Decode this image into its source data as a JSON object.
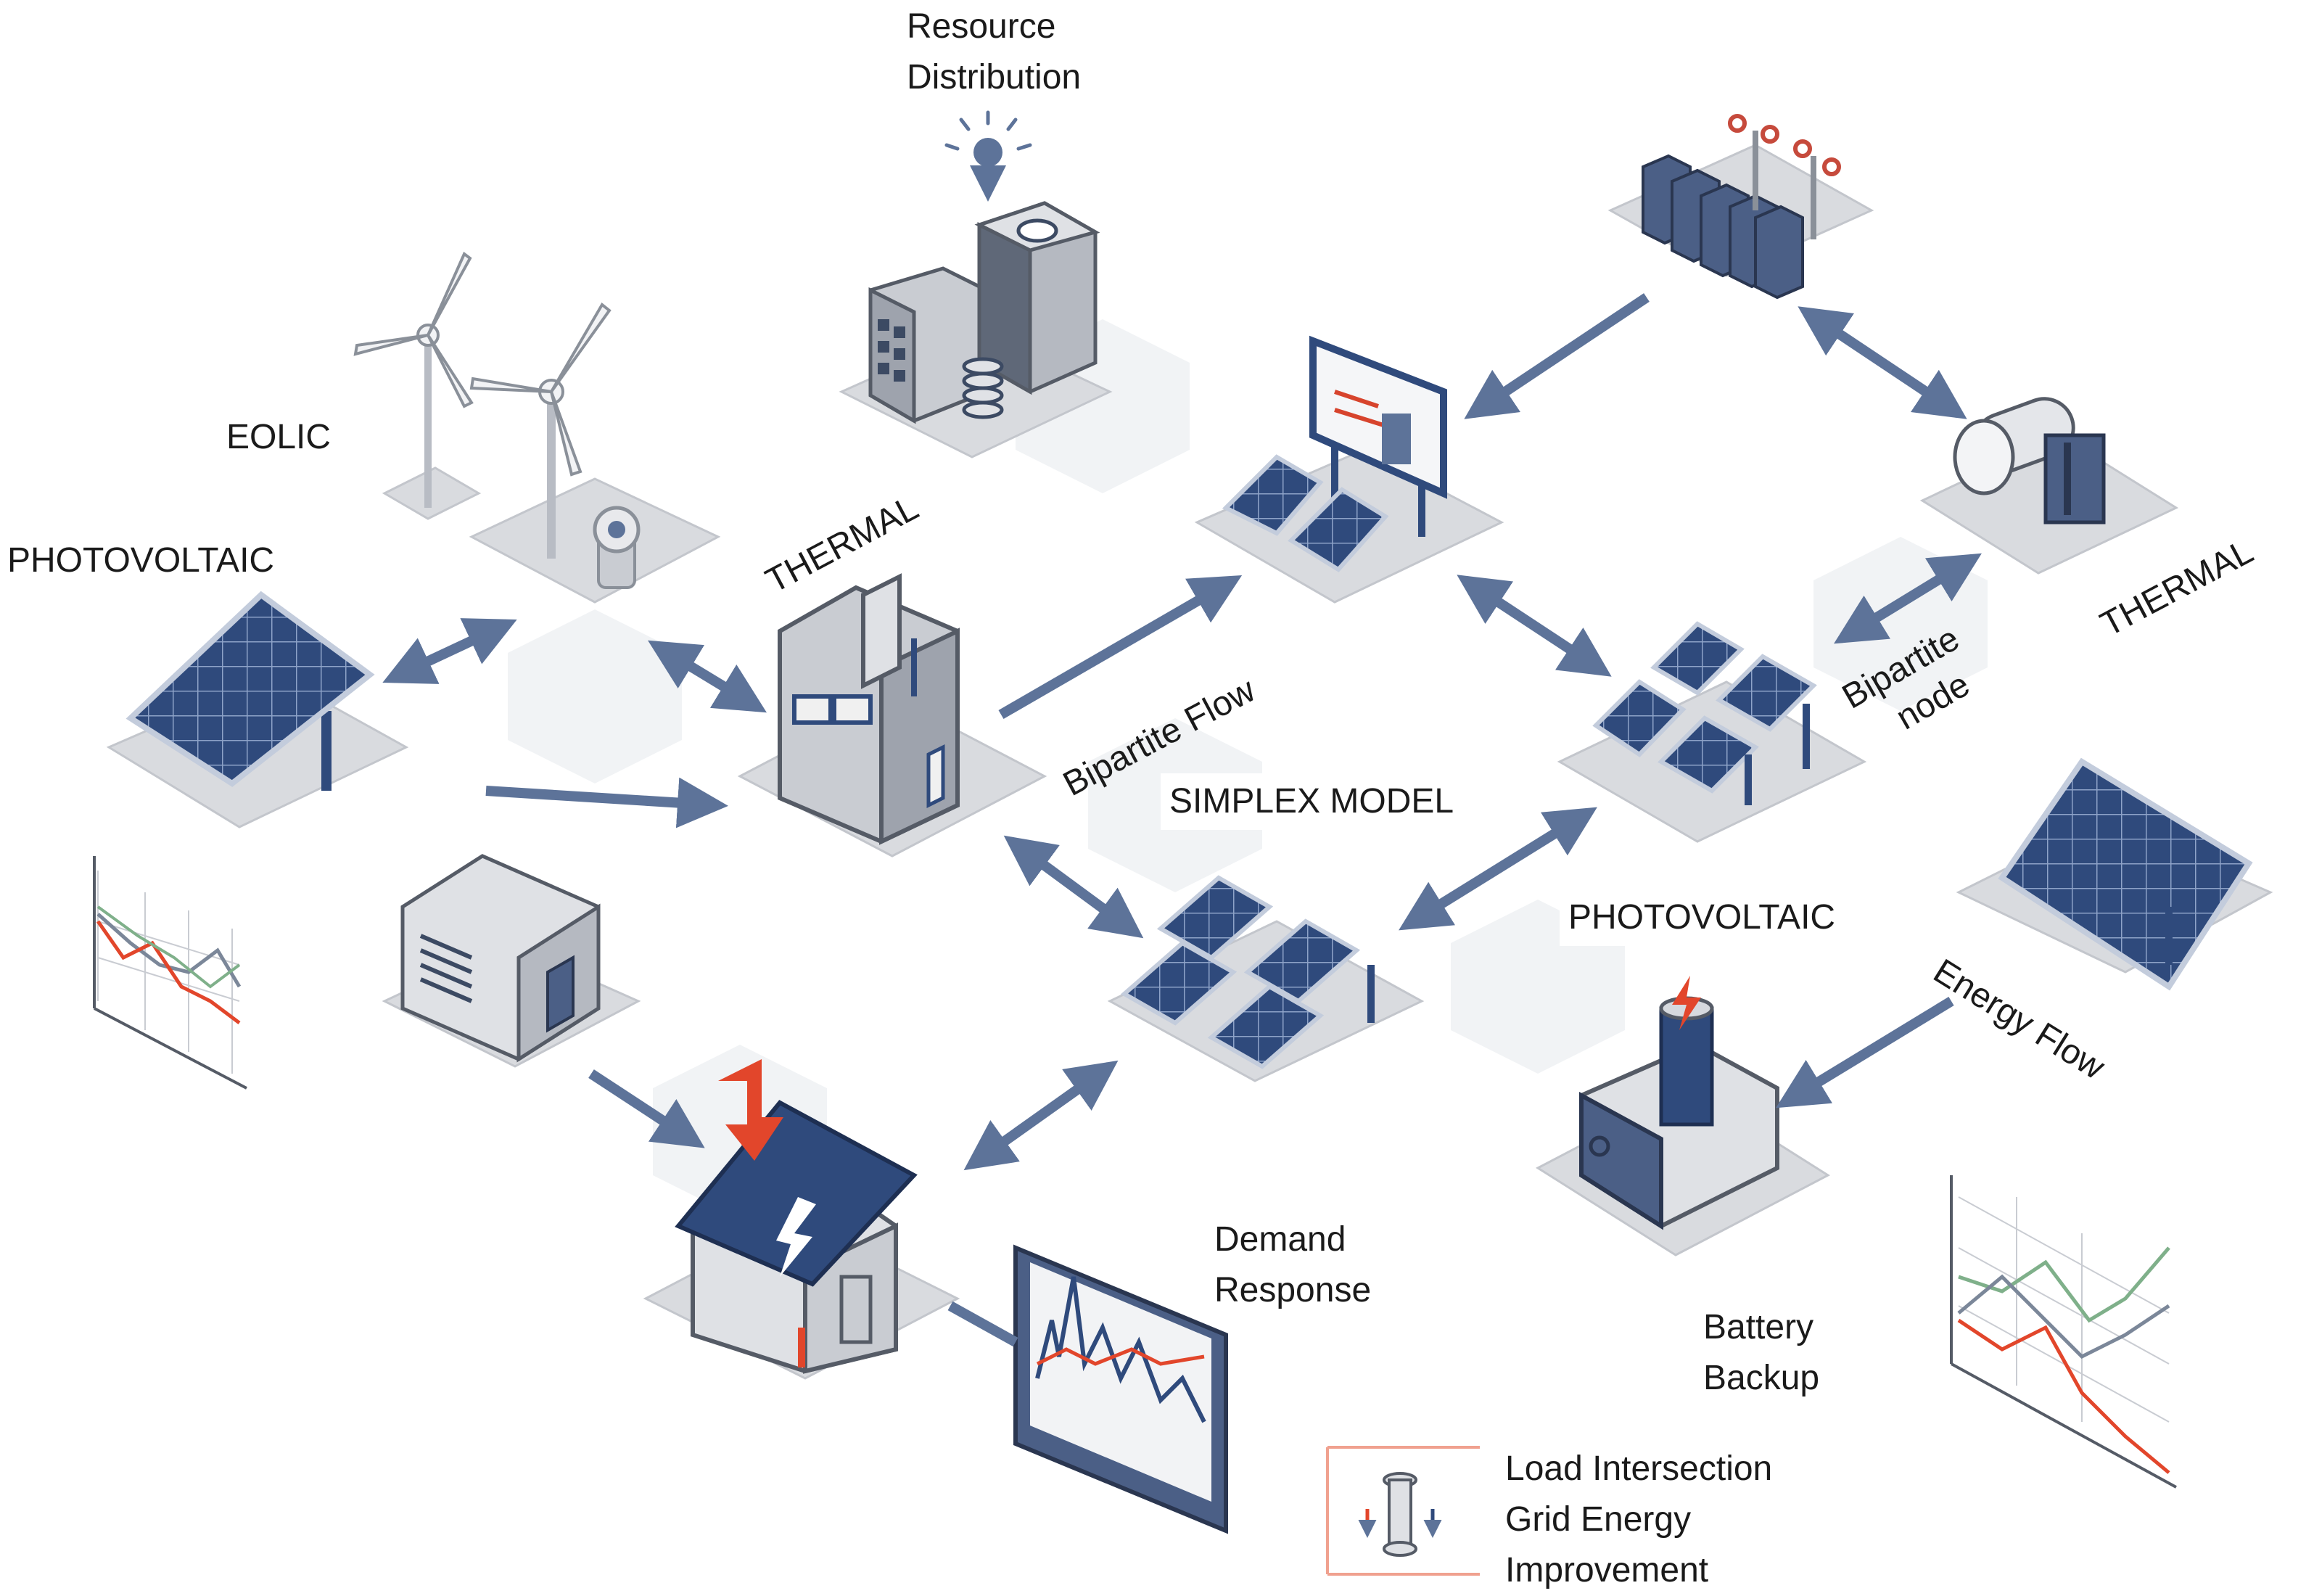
{
  "labels": {
    "resource_distribution": [
      "Resource",
      "Distribution"
    ],
    "eolic": "EOLIC",
    "photovoltaic_left": "PHOTOVOLTAIC",
    "thermal_center": "THERMAL",
    "bipartite_flow": "Bipartite Flow",
    "simplex_model": "SIMPLEX MODEL",
    "thermal_right": "THERMAL",
    "bipartite_node": [
      "Bipartite",
      "node"
    ],
    "photovoltaic_right": "PHOTOVOLTAIC",
    "energy_flow": "Energy Flow",
    "demand_response": [
      "Demand",
      "Response"
    ],
    "battery_backup": [
      "Battery",
      "Backup"
    ],
    "legend": [
      "Load Intersection",
      "Grid Energy",
      "Improvement"
    ]
  },
  "colors": {
    "arrow": "#5d7399",
    "panel": "#2f4a7c",
    "accent": "#e2462b",
    "platform": "#d7d9dd",
    "building": "#c9ccd2"
  },
  "icons": [
    "wind-turbine-icon",
    "solar-panel-icon",
    "thermal-plant-icon",
    "resource-distribution-icon",
    "battery-rack-icon",
    "billboard-icon",
    "thermal-generator-icon",
    "inverter-house-icon",
    "smart-house-icon",
    "monitor-chart-icon",
    "battery-backup-icon",
    "load-legend-icon"
  ]
}
